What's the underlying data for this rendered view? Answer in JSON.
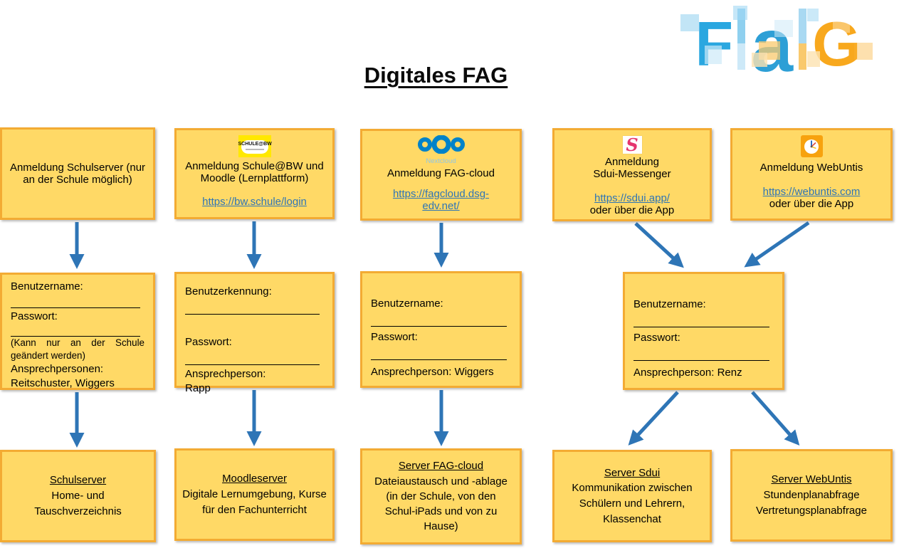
{
  "title": "Digitales FAG",
  "logo": {
    "f": "F",
    "a": "a",
    "g": "G"
  },
  "colors": {
    "box_fill": "#FFD966",
    "box_border": "#F3AB33",
    "arrow_blue": "#2E75B6",
    "link_blue": "#2E75B6",
    "nextcloud_blue": "#0082C9",
    "sdui_pink": "#E5356E",
    "webuntis_orange": "#F7A20E",
    "logo_blue": "#2AA7E0",
    "logo_orange": "#F8A81D"
  },
  "top": {
    "schulserver": {
      "text": "Anmeldung Schulserver (nur an der Schule möglich)"
    },
    "schulebw": {
      "logo_label": "SCHULE@BW",
      "text": "Anmeldung Schule@BW und Moodle (Lernplattform)",
      "link": "https://bw.schule/login"
    },
    "fagcloud": {
      "logo_caption": "Nextcloud",
      "text": "Anmeldung FAG-cloud",
      "link": "https://fagcloud.dsg-edv.net/"
    },
    "sdui": {
      "logo_letter": "S",
      "text_line1": "Anmeldung",
      "text_line2": "Sdui-Messenger",
      "link": "https://sdui.app/",
      "after_link": "oder über die App"
    },
    "webuntis": {
      "text": "Anmeldung WebUntis",
      "link": "https://webuntis.com",
      "after_link": "oder über die App"
    }
  },
  "credentials": {
    "schulserver": {
      "user_label": "Benutzername:",
      "pass_label": "Passwort:",
      "note": "(Kann nur an der Schule geändert werden)",
      "contact_label": "Ansprechpersonen:",
      "contact": "Reitschuster, Wiggers"
    },
    "schulebw": {
      "user_label": "Benutzerkennung:",
      "pass_label": "Passwort:",
      "contact_label": "Ansprechperson:",
      "contact": "Rapp"
    },
    "fagcloud": {
      "user_label": "Benutzername:",
      "pass_label": "Passwort:",
      "contact": "Ansprechperson: Wiggers"
    },
    "sdui_webuntis": {
      "user_label": "Benutzername:",
      "pass_label": "Passwort:",
      "contact": "Ansprechperson: Renz"
    }
  },
  "servers": {
    "schulserver": {
      "heading": "Schulserver",
      "desc_line1": "Home- und",
      "desc_line2": "Tauschverzeichnis"
    },
    "moodle": {
      "heading": "Moodleserver",
      "desc": "Digitale Lernumgebung, Kurse für den Fachunterricht"
    },
    "fagcloud": {
      "heading": "Server FAG-cloud",
      "desc": "Dateiaustausch und -ablage (in der Schule, von den Schul-iPads und von zu Hause)"
    },
    "sdui": {
      "heading": "Server Sdui",
      "desc": "Kommunikation zwischen Schülern und Lehrern, Klassenchat"
    },
    "webuntis": {
      "heading": "Server WebUntis",
      "desc_line1": "Stundenplanabfrage",
      "desc_line2": "Vertretungsplanabfrage"
    }
  }
}
